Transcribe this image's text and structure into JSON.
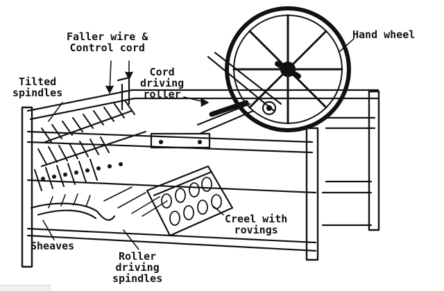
{
  "labels": {
    "faller_wire_1": "Faller wire &",
    "faller_wire_2": "Control cord",
    "hand_wheel": "Hand wheel",
    "tilted_1": "Tilted",
    "tilted_2": "spindles",
    "cord_1": "Cord",
    "cord_2": "driving",
    "cord_3": "roller",
    "creel_1": "Creel with",
    "creel_2": "rovings",
    "sheaves": "Sheaves",
    "roller_1": "Roller",
    "roller_2": "driving",
    "roller_3": "spindles"
  }
}
